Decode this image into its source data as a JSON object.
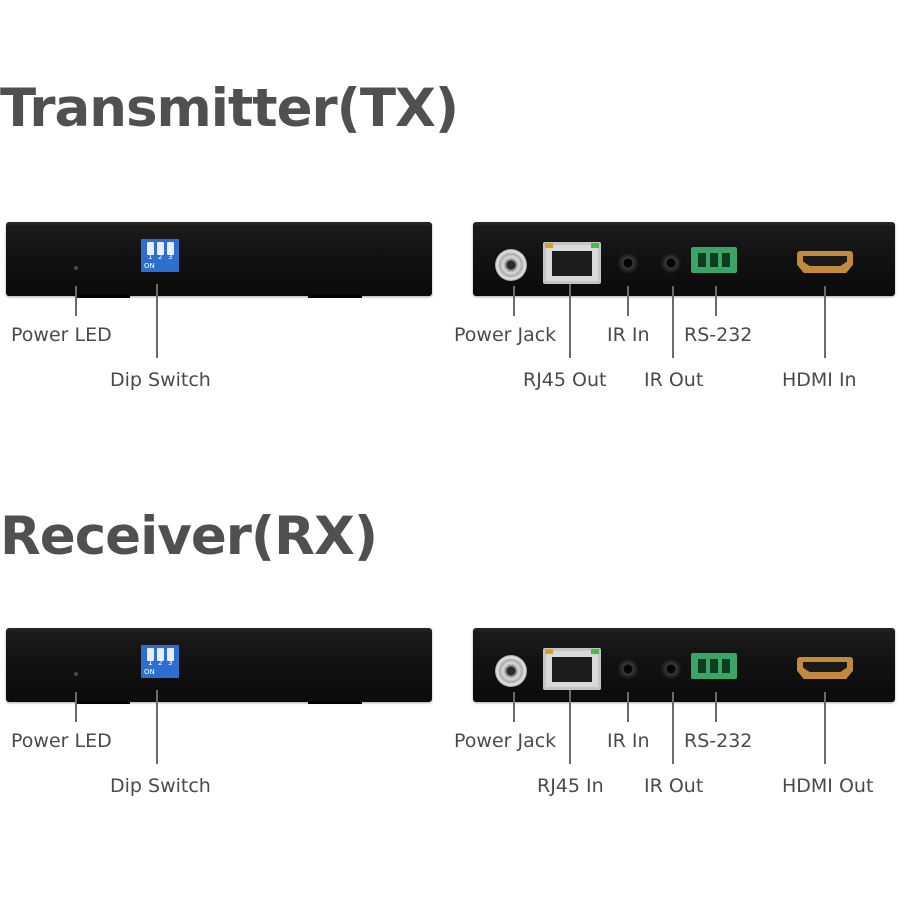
{
  "sections": [
    {
      "id": "tx",
      "title": "Transmitter(TX)",
      "front_labels": {
        "power_led": "Power LED",
        "dip_switch": "Dip Switch"
      },
      "back_labels": {
        "power_jack": "Power Jack",
        "rj45": "RJ45 Out",
        "ir_in": "IR In",
        "ir_out": "IR Out",
        "rs232": "RS-232",
        "hdmi": "HDMI In"
      }
    },
    {
      "id": "rx",
      "title": "Receiver(RX)",
      "front_labels": {
        "power_led": "Power LED",
        "dip_switch": "Dip Switch"
      },
      "back_labels": {
        "power_jack": "Power Jack",
        "rj45": "RJ45 In",
        "ir_in": "IR In",
        "ir_out": "IR Out",
        "rs232": "RS-232",
        "hdmi": "HDMI Out"
      }
    }
  ],
  "dip_switch_marks": {
    "numbers": [
      "1",
      "2",
      "3"
    ],
    "on_text": "ON"
  },
  "colors": {
    "device_body": "#111111",
    "dip_switch": "#2c6fd0",
    "rs232_terminal": "#3aa565",
    "hdmi_port": "#c38a3f",
    "rj45_lamp_left": "#d8a21e",
    "rj45_lamp_right": "#4bb84a",
    "title_text": "#505050",
    "label_text": "#4a4a4a"
  }
}
